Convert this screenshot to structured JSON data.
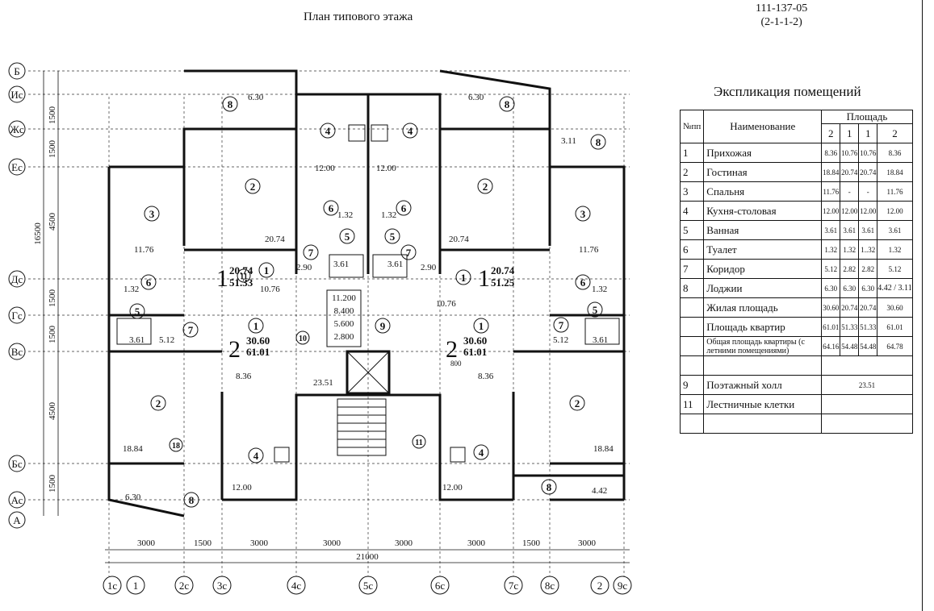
{
  "title": "План типового этажа",
  "doc_code": [
    "111-137-05",
    "(2-1-1-2)"
  ],
  "explication": {
    "title": "Экспликация помещений",
    "col_num": "№пп",
    "col_name": "Наименование",
    "col_area": "Площадь",
    "apt_types": [
      "2",
      "1",
      "1",
      "2"
    ],
    "rows": [
      {
        "n": "1",
        "name": "Прихожая",
        "v": [
          "8.36",
          "10.76",
          "10.76",
          "8.36"
        ]
      },
      {
        "n": "2",
        "name": "Гостиная",
        "v": [
          "18.84",
          "20.74",
          "20.74",
          "18.84"
        ]
      },
      {
        "n": "3",
        "name": "Спальня",
        "v": [
          "11.76",
          "-",
          "-",
          "11.76"
        ]
      },
      {
        "n": "4",
        "name": "Кухня-столовая",
        "v": [
          "12.00",
          "12.00",
          "12.00",
          "12.00"
        ]
      },
      {
        "n": "5",
        "name": "Ванная",
        "v": [
          "3.61",
          "3.61",
          "3.61",
          "3.61"
        ]
      },
      {
        "n": "6",
        "name": "Туалет",
        "v": [
          "1.32",
          "1.32",
          "1..32",
          "1.32"
        ]
      },
      {
        "n": "7",
        "name": "Коридор",
        "v": [
          "5.12",
          "2.82",
          "2.82",
          "5.12"
        ]
      },
      {
        "n": "8",
        "name": "Лоджии",
        "v": [
          "6.30",
          "6.30",
          "6.30",
          "4.42 / 3.11"
        ]
      }
    ],
    "summary": [
      {
        "name": "Жилая площадь",
        "v": [
          "30.60",
          "20.74",
          "20.74",
          "30.60"
        ]
      },
      {
        "name": "Площадь квартир",
        "v": [
          "61.01",
          "51.33",
          "51.33",
          "61.01"
        ]
      },
      {
        "name": "Общая площадь квартиры (с летними помещениями)",
        "v": [
          "64.16",
          "54.48",
          "54.48",
          "64.78"
        ]
      }
    ],
    "common": [
      {
        "n": "9",
        "name": "Поэтажный холл",
        "v": "23.51"
      },
      {
        "n": "11",
        "name": "Лестничные клетки",
        "v": ""
      }
    ]
  },
  "axes_rows": [
    "Б",
    "Ис",
    "Жс",
    "Ес",
    "Дс",
    "Гс",
    "Вс",
    "Бс",
    "Ас",
    "А"
  ],
  "axes_cols": [
    "1с",
    "1",
    "2с",
    "3с",
    "4с",
    "5с",
    "6с",
    "7с",
    "8с",
    "2",
    "9с"
  ],
  "dims_bottom": [
    "3000",
    "1500",
    "3000",
    "3000",
    "3000",
    "3000",
    "1500",
    "3000"
  ],
  "dim_total": "21000",
  "dims_left": [
    "1500",
    "1500",
    "4500",
    "16500",
    "1500",
    "1500",
    "4500",
    "1500"
  ],
  "heights": [
    "11.200",
    "8.400",
    "5.600",
    "2.800"
  ],
  "apartments": [
    {
      "type": "1",
      "living": "20.74",
      "total": "51.33"
    },
    {
      "type": "1",
      "living": "20.74",
      "total": "51.25"
    },
    {
      "type": "2",
      "living": "30.60",
      "total": "61.01"
    },
    {
      "type": "2",
      "living": "30.60",
      "total": "61.01"
    }
  ],
  "room_areas": {
    "loggia_tl": "6.30",
    "loggia_tr": "6.30",
    "loggia_r": "3.11",
    "loggia_bl": "6.30",
    "loggia_br": "4.42",
    "kitchen": "12.00",
    "living_l": "20.74",
    "living_r": "20.74",
    "bed": "11.76",
    "wc": "1.32",
    "bath": "3.61",
    "corr1": "2.90",
    "hall1": "10.76",
    "corr2": "5.12",
    "hall2": "8.36",
    "living_b": "18.84",
    "floor_hall": "23.51",
    "door": "800"
  }
}
